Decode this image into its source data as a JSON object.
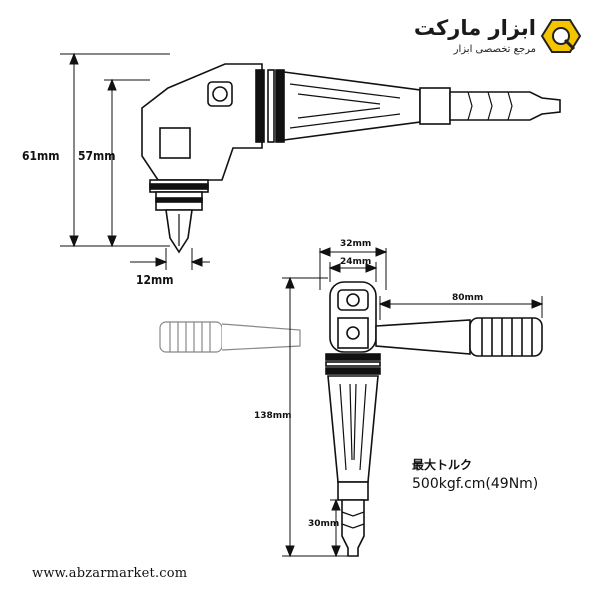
{
  "brand": {
    "name": "ابزار مارکت",
    "tagline": "مرجع تخصصی ابزار",
    "accent_color": "#f5c400",
    "icon": "wrench-nut-logo-icon"
  },
  "top_view": {
    "dim_overall_height": "61mm",
    "dim_inner_height": "57mm",
    "dim_offset": "12mm"
  },
  "bottom_view": {
    "dim_width_outer": "32mm",
    "dim_width_inner": "24mm",
    "dim_handle_length": "80mm",
    "dim_total_length": "138mm",
    "dim_bit_length": "30mm"
  },
  "spec": {
    "label": "最大トルク",
    "value": "500kgf.cm(49Nm)"
  },
  "footer": {
    "url": "www.abzarmarket.com"
  }
}
